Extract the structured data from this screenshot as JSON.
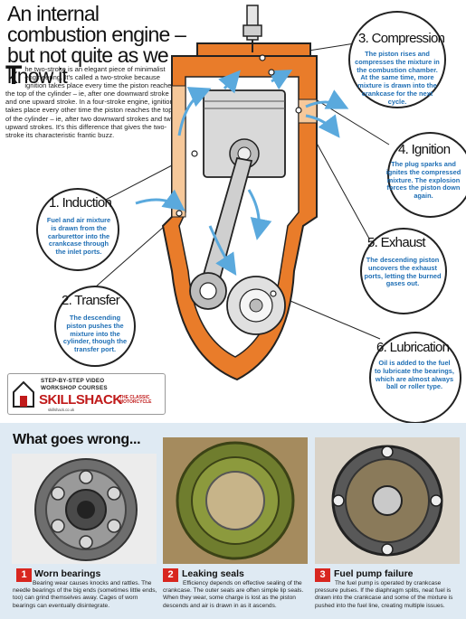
{
  "title": "An internal combustion engine – but not quite as we know it",
  "intro": {
    "dropcap": "T",
    "text": "he two-stroke is an elegant piece of minimalist engineering. It's called a two-stroke because ignition takes place every time the piston reaches the top of the cylinder – ie, after one downward stroke and one upward stroke. In a four-stroke engine, ignition takes place every other time the piston reaches the top of the cylinder – ie, after two downward strokes and two upward strokes. It's this difference that gives the two-stroke its characteristic frantic buzz."
  },
  "stages": [
    {
      "title": "1. Induction",
      "text": "Fuel and air mixture is drawn from the carburettor into the crankcase through the inlet ports."
    },
    {
      "title": "2. Transfer",
      "text": "The descending piston pushes the mixture into the cylinder, though the transfer port."
    },
    {
      "title": "3. Compression",
      "text": "The piston rises and compresses the mixture in the combustion chamber. At the same time, more mixture is drawn into the crankcase for the next cycle."
    },
    {
      "title": "4. Ignition",
      "text": "The plug sparks and ignites the compressed mixture. The explosion forces the piston down again."
    },
    {
      "title": "5. Exhaust",
      "text": "The descending piston uncovers the exhaust ports, letting the burned gases out."
    },
    {
      "title": "6. Lubrication",
      "text": "Oil is added to the fuel to lubricate the bearings, which are almost always ball or roller type."
    }
  ],
  "logo": {
    "line1": "STEP-BY-STEP VIDEO",
    "line2": "WORKSHOP COURSES",
    "brand": "SKILLSHACK",
    "sub": "THE CLASSIC MOTORCYCLE",
    "url": "skillshack.co.uk"
  },
  "wrong": {
    "heading": "What goes wrong...",
    "items": [
      {
        "number": "1",
        "title": "Worn bearings",
        "text": "Bearing wear causes knocks and rattles. The needle bearings of the big ends (sometimes little ends, too) can grind themselves away. Cages of worn bearings can eventually disintegrate."
      },
      {
        "number": "2",
        "title": "Leaking seals",
        "text": "Efficiency depends on effective sealing of the crankcase. The outer seals are often simple lip seals. When they wear, some charge is lost as the piston descends and air is drawn in as it ascends."
      },
      {
        "number": "3",
        "title": "Fuel pump failure",
        "text": "The fuel pump is operated by crankcase pressure pulses. If the diaphragm splits, neat fuel is drawn into the crankcase and some of the mixture is pushed into the fuel line, creating multiple issues."
      }
    ]
  },
  "colors": {
    "engine": "#e97c2a",
    "accent_text": "#1f6fb5",
    "arrow": "#5aa9dd",
    "panel": "#dfeaf3",
    "number_badge": "#d8261f"
  }
}
